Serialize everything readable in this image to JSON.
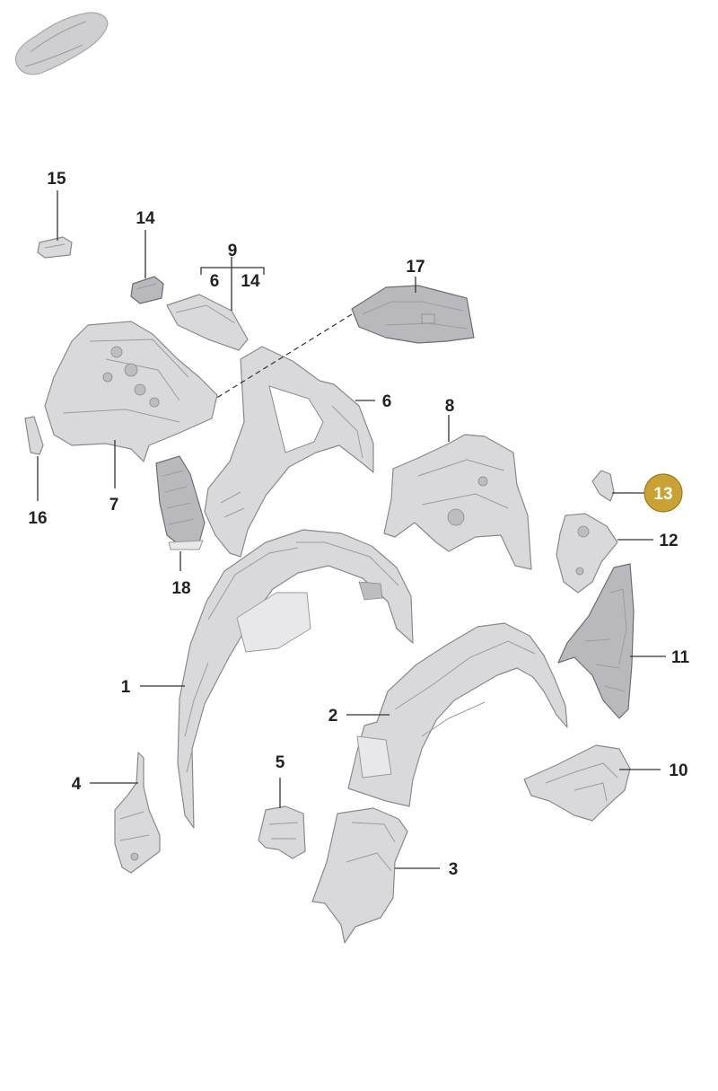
{
  "diagram": {
    "highlight_color": "#c9a233",
    "highlight_text_color": "#ffffff",
    "labels": {
      "p1": "1",
      "p2": "2",
      "p3": "3",
      "p4": "4",
      "p5": "5",
      "p6": "6",
      "p7": "7",
      "p8": "8",
      "p9": "9",
      "p9a": "6",
      "p9b": "14",
      "p10": "10",
      "p11": "11",
      "p12": "12",
      "p13": "13",
      "p14": "14",
      "p15": "15",
      "p16": "16",
      "p17": "17",
      "p18": "18"
    }
  }
}
